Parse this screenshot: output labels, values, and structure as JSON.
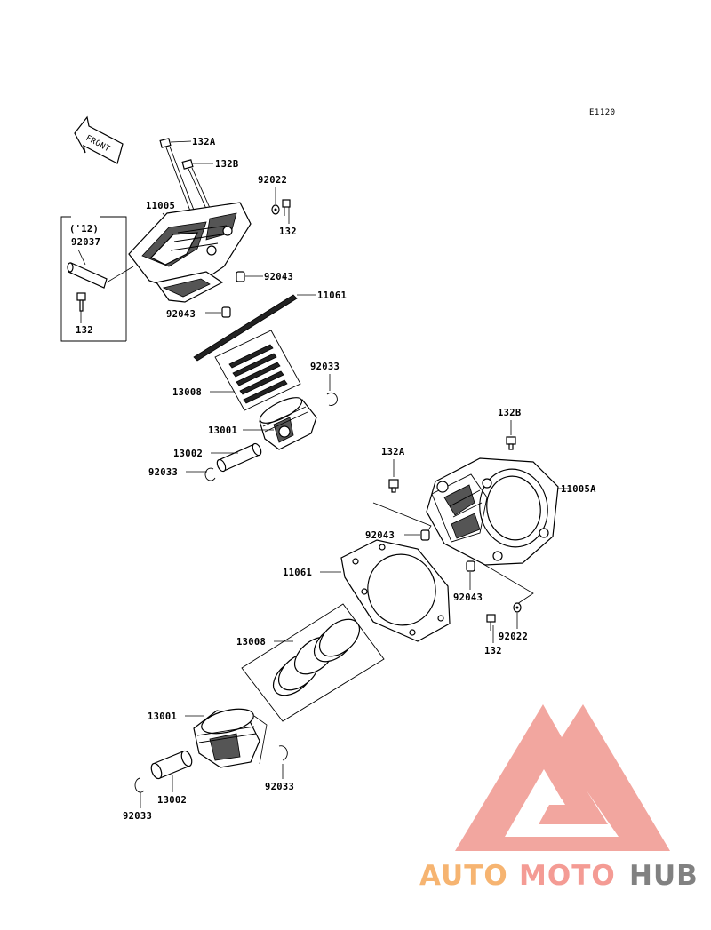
{
  "diagram_code": "E1120",
  "front_label": "FRONT",
  "front_inset": {
    "year": "('12)",
    "part": "92037",
    "bolt": "132"
  },
  "upper_assembly": {
    "bolt_a": "132A",
    "bolt_b": "132B",
    "washer": "92022",
    "bolt": "132",
    "cylinder": "11005",
    "dowel_1": "92043",
    "dowel_2": "92043",
    "gasket": "11061",
    "rings": "13008",
    "clip_right": "92033",
    "piston": "13001",
    "pin": "13002",
    "clip_left": "92033"
  },
  "lower_assembly": {
    "bolt_b": "132B",
    "bolt_a": "132A",
    "cylinder": "11005A",
    "dowel_1": "92043",
    "gasket": "11061",
    "dowel_2": "92043",
    "washer": "92022",
    "bolt": "132",
    "rings": "13008",
    "piston": "13001",
    "clip_right": "92033",
    "pin": "13002",
    "clip_left": "92033"
  },
  "watermark": {
    "part1": "AUTO",
    "part2": "MOTO",
    "part3": "HUB",
    "color_logo": "#f2a29a",
    "color_auto": "#f6b16a",
    "color_moto": "#f4968f",
    "color_hub": "#7b7b7b"
  }
}
